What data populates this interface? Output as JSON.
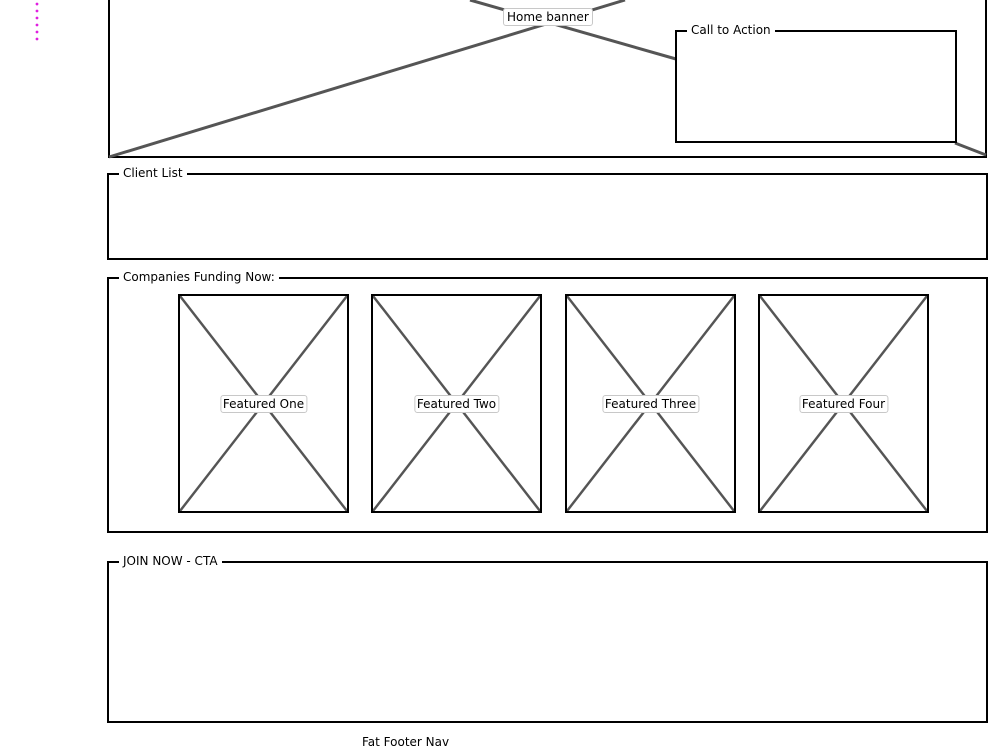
{
  "home_banner": {
    "label": "Home banner",
    "call_to_action_label": "Call to Action"
  },
  "client_list": {
    "label": "Client List"
  },
  "companies_funding": {
    "label": "Companies Funding Now:",
    "featured": [
      {
        "label": "Featured One"
      },
      {
        "label": "Featured Two"
      },
      {
        "label": "Featured Three"
      },
      {
        "label": "Featured Four"
      }
    ]
  },
  "join_now": {
    "label": "JOIN NOW - CTA"
  },
  "footer": {
    "text": "Fat Footer Nav"
  },
  "colors": {
    "border": "#000000",
    "placeholder_cross": "#555555",
    "accent_dots": "#e020e0"
  }
}
